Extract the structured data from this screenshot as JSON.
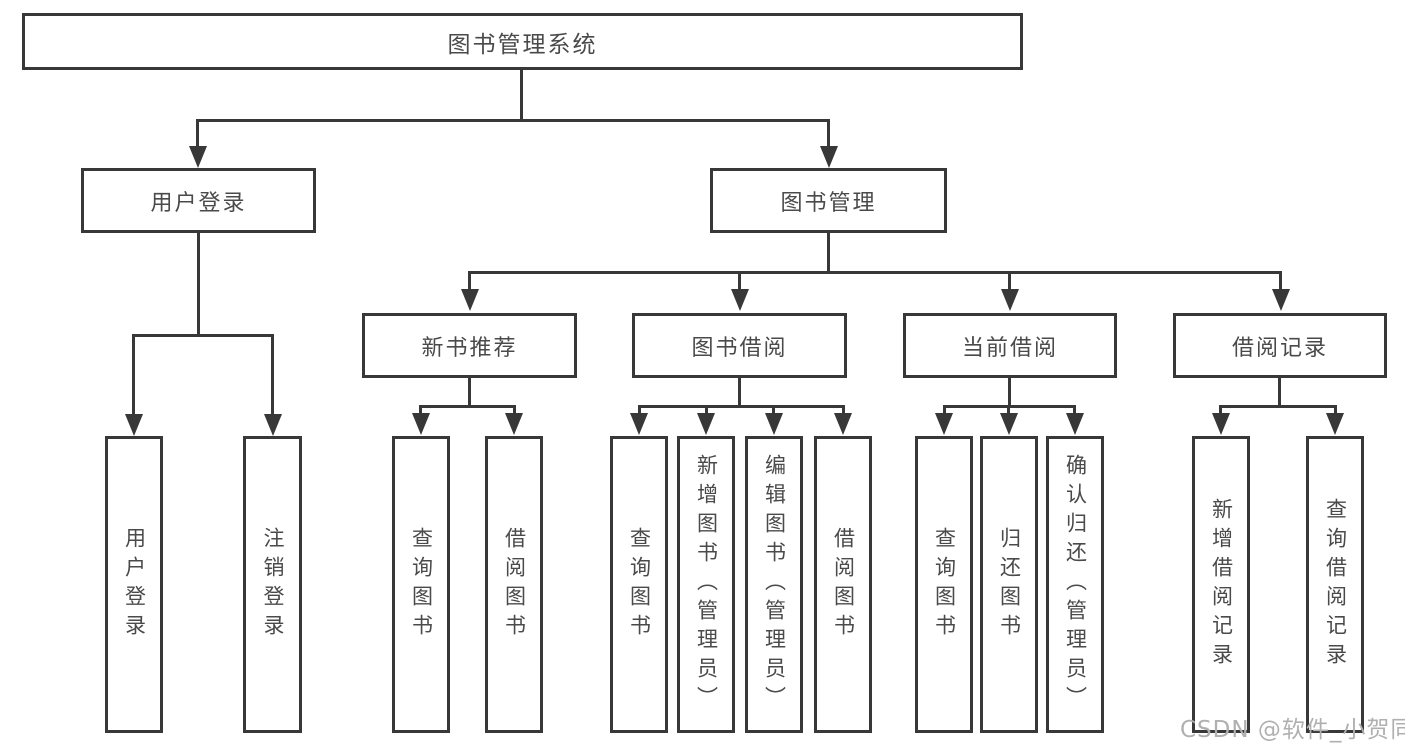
{
  "tree": {
    "root": {
      "label": "图书管理系统"
    },
    "branches": [
      {
        "label": "用户登录",
        "children": [
          {
            "label": "用户登录"
          },
          {
            "label": "注销登录"
          }
        ]
      },
      {
        "label": "图书管理",
        "children": [
          {
            "label": "新书推荐",
            "children": [
              {
                "label": "查询图书"
              },
              {
                "label": "借阅图书"
              }
            ]
          },
          {
            "label": "图书借阅",
            "children": [
              {
                "label": "查询图书"
              },
              {
                "label": "新增图书（管理员）"
              },
              {
                "label": "编辑图书（管理员）"
              },
              {
                "label": "借阅图书"
              }
            ]
          },
          {
            "label": "当前借阅",
            "children": [
              {
                "label": "查询图书"
              },
              {
                "label": "归还图书"
              },
              {
                "label": "确认归还（管理员）"
              }
            ]
          },
          {
            "label": "借阅记录",
            "children": [
              {
                "label": "新增借阅记录"
              },
              {
                "label": "查询借阅记录"
              }
            ]
          }
        ]
      }
    ]
  },
  "watermark": {
    "text": "CSDN @软件_小贺同学"
  },
  "colors": {
    "line": "#383838",
    "text": "#4a4a4a",
    "watermark": "#b0b0b0",
    "background": "#ffffff"
  }
}
